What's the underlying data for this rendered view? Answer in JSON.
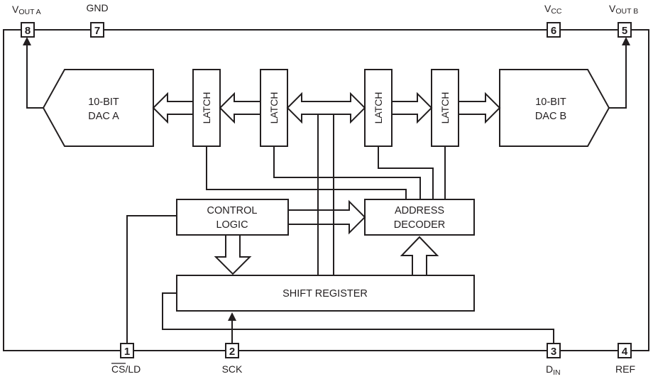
{
  "pins": {
    "vout_a": {
      "number": "8",
      "label_main": "V",
      "label_sub": "OUT A"
    },
    "gnd": {
      "number": "7",
      "label": "GND"
    },
    "vcc": {
      "number": "6",
      "label_main": "V",
      "label_sub": "CC"
    },
    "vout_b": {
      "number": "5",
      "label_main": "V",
      "label_sub": "OUT B"
    },
    "cs_ld": {
      "number": "1",
      "label_over": "CS",
      "label_rest": "/LD"
    },
    "sck": {
      "number": "2",
      "label": "SCK"
    },
    "din": {
      "number": "3",
      "label_main": "D",
      "label_sub": "IN"
    },
    "ref": {
      "number": "4",
      "label": "REF"
    }
  },
  "blocks": {
    "dac_a": {
      "line1": "10-BIT",
      "line2": "DAC A"
    },
    "dac_b": {
      "line1": "10-BIT",
      "line2": "DAC B"
    },
    "latch_label": "LATCH",
    "control_logic": {
      "line1": "CONTROL",
      "line2": "LOGIC"
    },
    "address_decoder": {
      "line1": "ADDRESS",
      "line2": "DECODER"
    },
    "shift_register": "SHIFT REGISTER"
  },
  "colors": {
    "line": "#231f20",
    "background": "#ffffff"
  }
}
